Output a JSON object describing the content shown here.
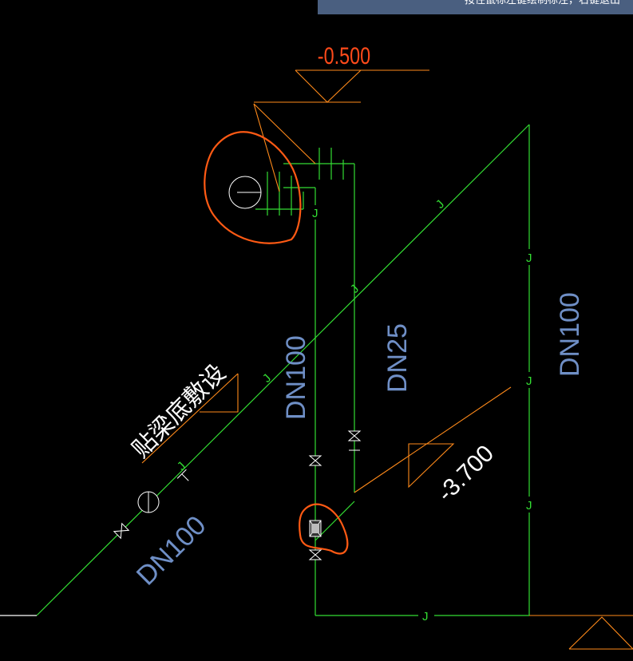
{
  "prompt": {
    "text": "按住鼠标左键绘制标注，右键退出"
  },
  "labels": {
    "elev_top": "-0.500",
    "elev_mid": "-3.700",
    "beam_note": "贴梁底敷设",
    "pipe_left": "DN100",
    "pipe_diag": "DN100",
    "pipe_mid": "DN25",
    "pipe_right": "DN100",
    "j": "J"
  },
  "colors": {
    "pipe": "#33dd33",
    "annotation": "#ff8a1a",
    "text_blue": "#6f8fc6",
    "highlight": "#ff5a14",
    "white": "#ffffff",
    "background": "#000000"
  }
}
